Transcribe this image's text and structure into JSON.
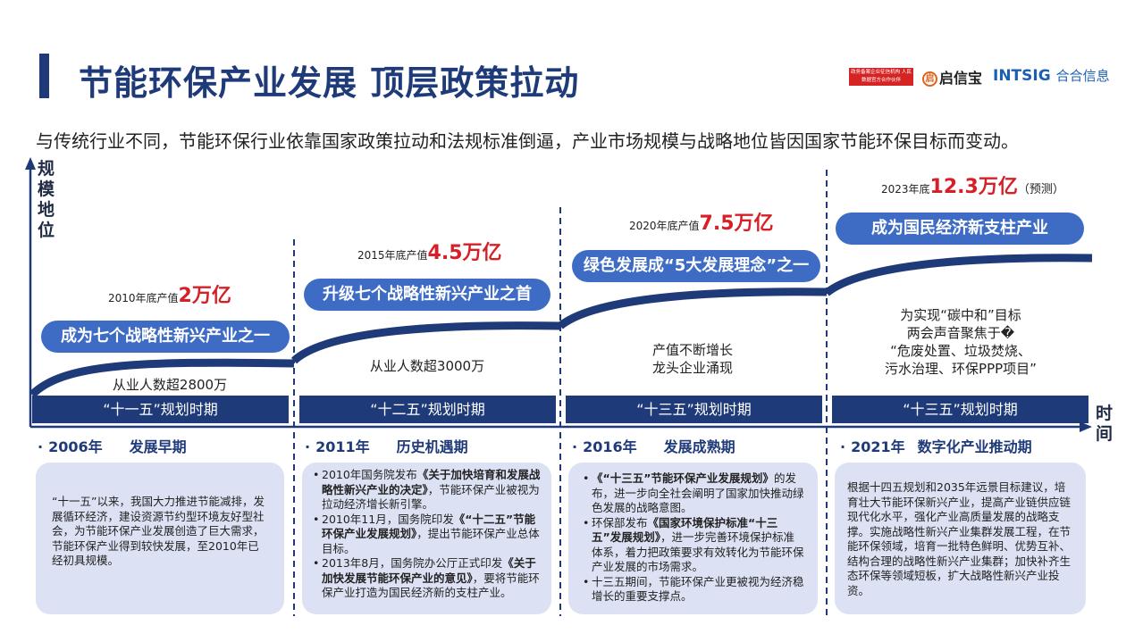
{
  "header": {
    "title": "节能环保产业发展 顶层政策拉动",
    "logo_red_text": "政务备案企业征信机构 人民数据官方合作伙伴",
    "logo_qxb_badge": "启",
    "logo_qxb": "启信宝",
    "logo_intsig": "INTSIG",
    "logo_intsig_cn": "合合信息"
  },
  "subtitle": "与传统行业不同，节能环保行业依靠国家政策拉动和法规标准倒逼，产业市场规模与战略地位皆因国家节能环保目标而变动。",
  "axes": {
    "y_label": "规模地位",
    "x_label": "时间"
  },
  "periods": [
    {
      "bar": "“十一五”规划时期",
      "value_prefix": "2010年底产值",
      "value": "2万亿",
      "pill": "成为七个战略性新兴产业之一",
      "plain": "从业人数超2800万",
      "year": "2006年",
      "stage": "发展早期",
      "card_text": "“十一五”以来，我国大力推进节能减排，发展循环经济，建设资源节约型环境友好型社会，为节能环保产业发展创造了巨大需求，节能环保产业得到较快发展，至2010年已经初具规模。"
    },
    {
      "bar": "“十二五”规划时期",
      "value_prefix": "2015年底产值",
      "value": "4.5万亿",
      "pill": "升级七个战略性新兴产业之首",
      "plain": "从业人数超3000万",
      "year": "2011年",
      "stage": "历史机遇期",
      "items": [
        {
          "pre": "2010年国务院发布",
          "bold": "《关于加快培育和发展战略性新兴产业的决定》",
          "post": "，节能环保产业被视为拉动经济增长新引擎。"
        },
        {
          "pre": "2010年11月，国务院印发",
          "bold": "《“十二五”节能环保产业发展规划》",
          "post": "，提出节能环保产业总体目标。"
        },
        {
          "pre": "2013年8月，国务院办公厅正式印发",
          "bold": "《关于加快发展节能环保产业的意见》",
          "post": "，要将节能环保产业打造为国民经济新的支柱产业。"
        }
      ]
    },
    {
      "bar": "“十三五”规划时期",
      "value_prefix": "2020年底产值",
      "value": "7.5万亿",
      "pill": "绿色发展成“5大发展理念”之一",
      "plain_1": "产值不断增长",
      "plain_2": "龙头企业涌现",
      "year": "2016年",
      "stage": "发展成熟期",
      "items": [
        {
          "pre": "",
          "bold": "《“十三五”节能环保产业发展规划》",
          "post": "的发布，进一步向全社会阐明了国家加快推动绿色发展的战略意图。"
        },
        {
          "pre": "环保部发布",
          "bold": "《国家环境保护标准“十三五”发展规划》",
          "post": "，进一步完善环境保护标准体系，着力把政策要求有效转化为节能环保产业发展的市场需求。"
        },
        {
          "pre": "十三五期间，节能环保产业更被视为经济稳增长的重要支撑点。",
          "bold": "",
          "post": ""
        }
      ]
    },
    {
      "bar": "“十三五”规划时期",
      "value_prefix": "2023年底",
      "value": "12.3万亿",
      "value_note": "（预测）",
      "pill": "成为国民经济新支柱产业",
      "plain_1": "为实现“碳中和”目标",
      "plain_2": "两会声音聚焦于�",
      "plain_3": "“危废处置、垃圾焚烧、",
      "plain_4": "污水治理、环保PPP项目”",
      "year": "2021年",
      "stage": "数字化产业推动期",
      "card_text": "根据十四五规划和2035年远景目标建议，培育壮大节能环保新兴产业，提高产业链供应链现代化水平，强化产业高质量发展的战略支撑。实施战略性新兴产业集群发展工程，在节能环保领域，培育一批特色鲜明、优势互补、结构合理的战略性新兴产业集群；加快补齐生态环保等领域短板，扩大战略性新兴产业投资。"
    }
  ],
  "colors": {
    "navy": "#1f3a78",
    "pill_blue": "#3e6cc4",
    "card_bg": "#dce2f3",
    "accent_red": "#d61f26"
  }
}
